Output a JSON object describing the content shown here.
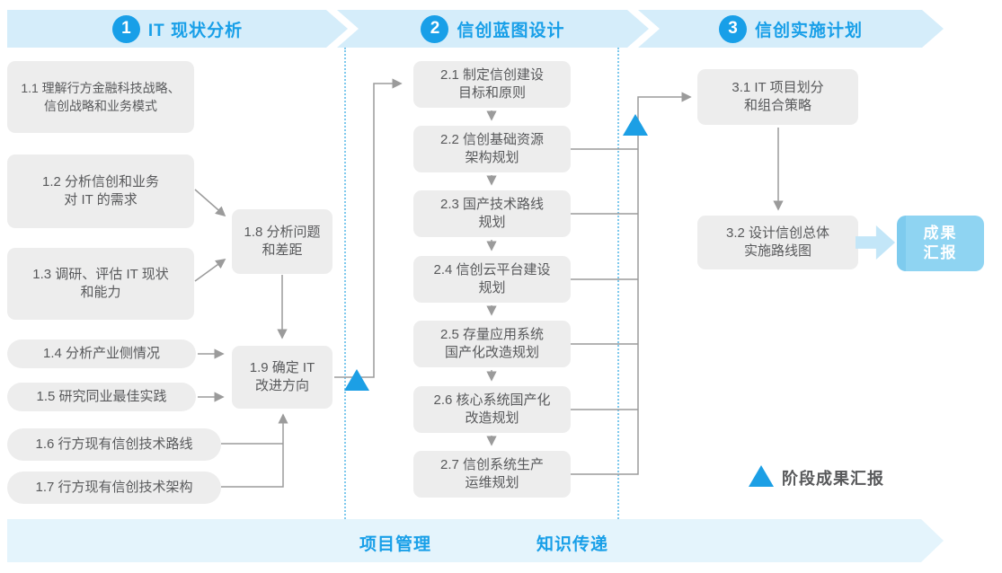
{
  "colors": {
    "accent_blue": "#189FE8",
    "banner_blue": "#D5EDFA",
    "footer_blue": "#E4F4FC",
    "box_gray": "#EDEDED",
    "text_gray": "#58595B",
    "line_gray": "#9B9B9B",
    "result_box_blue": "#8FD4F2",
    "triangle_blue": "#1C9FE5"
  },
  "phases": [
    {
      "number": "1",
      "title": "IT 现状分析"
    },
    {
      "number": "2",
      "title": "信创蓝图设计"
    },
    {
      "number": "3",
      "title": "信创实施计划"
    }
  ],
  "steps": {
    "s11": {
      "l1": "1.1 理解行方金融科技战略、",
      "l2": "信创战略和业务模式"
    },
    "s12": {
      "l1": "1.2 分析信创和业务",
      "l2": "对 IT 的需求"
    },
    "s13": {
      "l1": "1.3 调研、评估 IT 现状",
      "l2": "和能力"
    },
    "s14": {
      "l1": "1.4 分析产业侧情况"
    },
    "s15": {
      "l1": "1.5 研究同业最佳实践"
    },
    "s16": {
      "l1": "1.6 行方现有信创技术路线"
    },
    "s17": {
      "l1": "1.7 行方现有信创技术架构"
    },
    "s18": {
      "l1": "1.8 分析问题",
      "l2": "和差距"
    },
    "s19": {
      "l1": "1.9 确定 IT",
      "l2": "改进方向"
    },
    "s21": {
      "l1": "2.1 制定信创建设",
      "l2": "目标和原则"
    },
    "s22": {
      "l1": "2.2 信创基础资源",
      "l2": "架构规划"
    },
    "s23": {
      "l1": "2.3 国产技术路线",
      "l2": "规划"
    },
    "s24": {
      "l1": "2.4 信创云平台建设",
      "l2": "规划"
    },
    "s25": {
      "l1": "2.5 存量应用系统",
      "l2": "国产化改造规划"
    },
    "s26": {
      "l1": "2.6 核心系统国产化",
      "l2": "改造规划"
    },
    "s27": {
      "l1": "2.7 信创系统生产",
      "l2": "运维规划"
    },
    "s31": {
      "l1": "3.1 IT 项目划分",
      "l2": "和组合策略"
    },
    "s32": {
      "l1": "3.2 设计信创总体",
      "l2": "实施路线图"
    }
  },
  "result_box": {
    "l1": "成果",
    "l2": "汇报"
  },
  "footer": {
    "items": [
      "项目管理",
      "知识传递"
    ]
  },
  "legend": {
    "label": "阶段成果汇报"
  }
}
